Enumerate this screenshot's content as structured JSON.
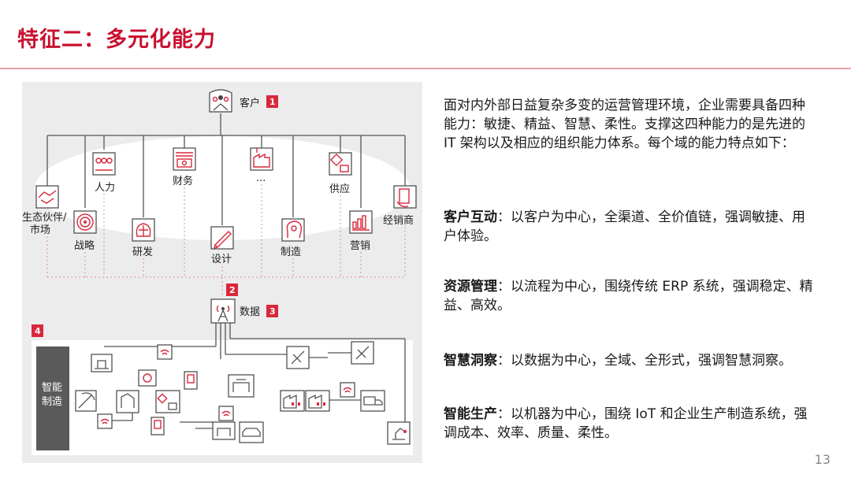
{
  "slide": {
    "title": "特征二：多元化能力",
    "page_number": "13"
  },
  "diagram": {
    "customer_label": "客户",
    "customer_num": "1",
    "data_label": "数据",
    "data_num": "3",
    "connector_num": "2",
    "manufacturing_num": "4",
    "manufacturing_label_line1": "智能",
    "manufacturing_label_line2": "制造",
    "domains": {
      "renli": "人力",
      "caiwu": "财务",
      "ellipsis": "...",
      "gongying": "供应",
      "jingxiaoshang": "经销商",
      "shengtai_line1": "生态伙伴/",
      "shengtai_line2": "市场",
      "zhanlue": "战略",
      "yanfa": "研发",
      "sheji": "设计",
      "zhizao": "制造",
      "yingxiao": "营销"
    },
    "icons": [
      "customer-icon",
      "antenna-icon",
      "handshake-icon",
      "people-icon",
      "target-icon",
      "brain-icon",
      "money-icon",
      "pencil-icon",
      "factory-icon",
      "head-gear-icon",
      "supply-icon",
      "chart-icon",
      "handheld-icon",
      "satellite-icon",
      "wifi-icon",
      "truck-icon",
      "robot-arm-icon",
      "car-icon",
      "pickaxe-icon"
    ],
    "colors": {
      "accent": "#d8283c",
      "panel": "#ececec"
    }
  },
  "text": {
    "intro": "面对内外部日益复杂多变的运营管理环境，企业需要具备四种能力：敏捷、精益、智慧、柔性。支撑这四种能力的是先进的 IT 架构以及相应的组织能力体系。每个域的能力特点如下：",
    "capabilities": [
      {
        "name": "客户互动",
        "desc": "：以客户为中心，全渠道、全价值链，强调敏捷、用户体验。"
      },
      {
        "name": "资源管理",
        "desc": "：以流程为中心，围绕传统 ERP 系统，强调稳定、精益、高效。"
      },
      {
        "name": "智慧洞察",
        "desc": "：以数据为中心，全域、全形式，强调智慧洞察。"
      },
      {
        "name": "智能生产",
        "desc": "：以机器为中心，围绕 IoT 和企业生产制造系统，强调成本、效率、质量、柔性。"
      }
    ]
  }
}
